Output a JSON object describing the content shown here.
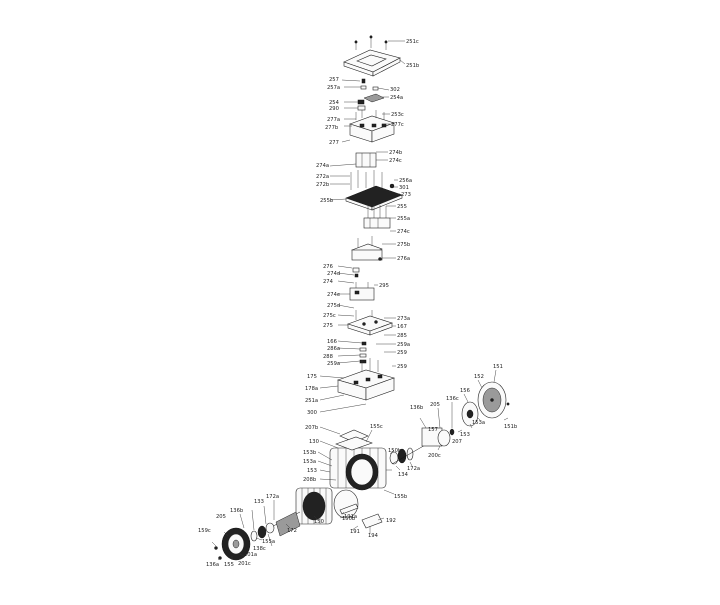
{
  "diagram": {
    "labels": [
      "251c",
      "251b",
      "257",
      "257a",
      "302",
      "254a",
      "254",
      "290",
      "277a",
      "253c",
      "277c",
      "277b",
      "277",
      "274b",
      "274c",
      "274a",
      "272a",
      "272b",
      "256a",
      "301",
      "273",
      "255b",
      "255",
      "255a",
      "274c",
      "275b",
      "276a",
      "276",
      "274d",
      "274",
      "274e",
      "295",
      "275d",
      "275c",
      "273a",
      "275",
      "167",
      "166",
      "285",
      "286a",
      "288",
      "259a",
      "259",
      "175",
      "178a",
      "251a",
      "300",
      "151",
      "152",
      "156",
      "136c",
      "153a",
      "151b",
      "136b",
      "205",
      "157",
      "207",
      "153",
      "200c",
      "207b",
      "130",
      "155c",
      "153b",
      "153a",
      "153",
      "134",
      "208b",
      "150b",
      "155b",
      "172a",
      "133",
      "136b",
      "205",
      "150",
      "172",
      "155a",
      "150b",
      "191a",
      "192",
      "191",
      "194",
      "138c",
      "201a",
      "201c",
      "159c",
      "136a",
      "155"
    ]
  }
}
